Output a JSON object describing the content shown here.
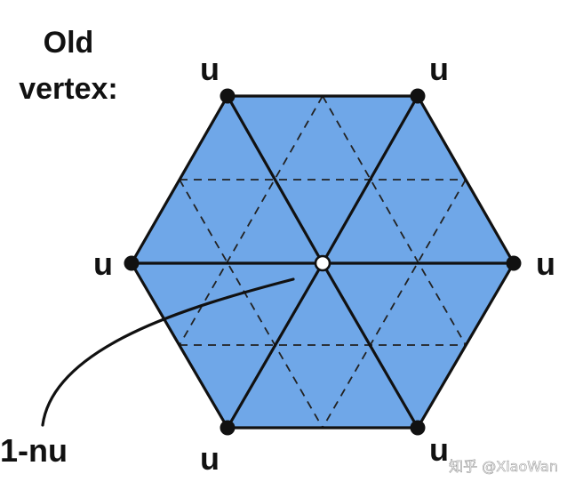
{
  "title": {
    "line1": "Old",
    "line2": "vertex:"
  },
  "neighbor_weight_label": "u",
  "center_weight_label": "1-nu",
  "watermark": "知乎 @XiaoWan",
  "colors": {
    "face_fill": "#6fa7e8",
    "edge": "#111111",
    "dashed": "#222222",
    "center_vertex": "#ffffff"
  }
}
